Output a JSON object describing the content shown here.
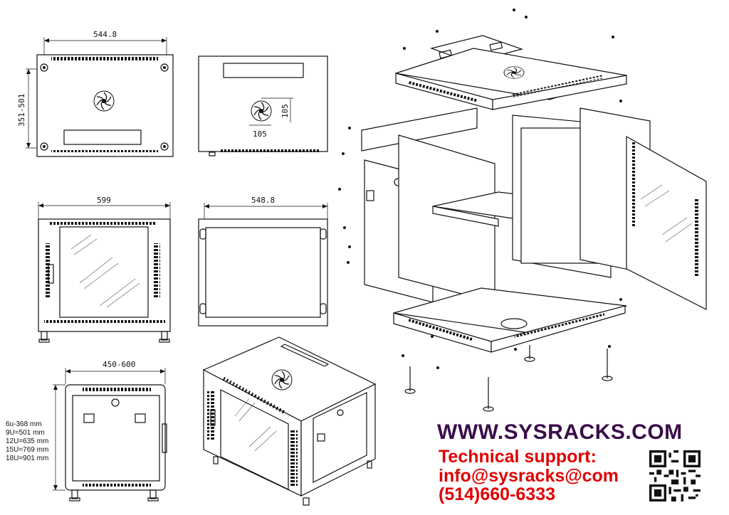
{
  "colors": {
    "brand": "#3a0d4a",
    "support": "#e00000",
    "ink": "#111111"
  },
  "dimensions": {
    "top_width": "544.8",
    "top_depth": "351-501",
    "back_a": "105",
    "back_b": "105",
    "front_width": "599",
    "back_width": "548.8",
    "side_width": "450-600"
  },
  "heights": [
    "6u-368 mm",
    "9U=501 mm",
    "12U=635 mm",
    "15U=769 mm",
    "18U=901 mm"
  ],
  "footer": {
    "website": "WWW.SYSRACKS.COM",
    "support_title": "Technical support:",
    "email": "info@sysracks@com",
    "phone": "(514)660-6333"
  },
  "icons": {
    "qr": "qr-code-icon",
    "fan": "fan-icon"
  }
}
